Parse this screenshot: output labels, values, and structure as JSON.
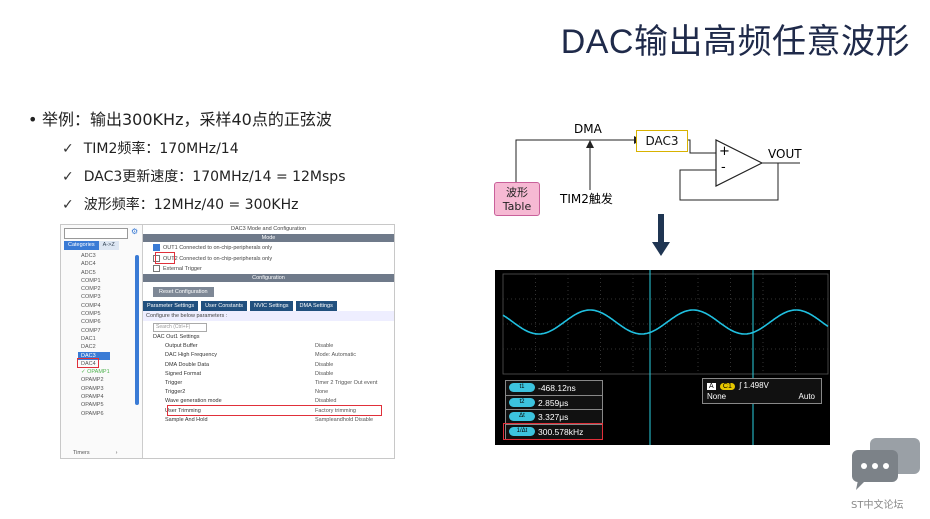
{
  "title": "DAC输出高频任意波形",
  "bullets": {
    "main": "举例：输出300KHz，采样40点的正弦波",
    "items": [
      "TIM2频率：170MHz/14",
      "DAC3更新速度：170MHz/14 = 12Msps",
      "波形频率：12MHz/40 = 300KHz"
    ]
  },
  "cubemx": {
    "window_title": "DAC3 Mode and Configuration",
    "tab_categories": "Categories",
    "tab_az": "A->Z",
    "peripherals": [
      "ADC3",
      "ADC4",
      "ADC5",
      "COMP1",
      "COMP2",
      "COMP3",
      "COMP4",
      "COMP5",
      "COMP6",
      "COMP7",
      "DAC1",
      "DAC2",
      "DAC3",
      "DAC4",
      "OPAMP1",
      "OPAMP2",
      "OPAMP3",
      "OPAMP4",
      "OPAMP5",
      "OPAMP6"
    ],
    "selected": "DAC3",
    "checked": "OPAMP1",
    "timers": "Timers",
    "mode_header": "Mode",
    "mode_out1": "OUT1 Connected to on-chip-peripherals only",
    "mode_out2": "OUT2 Connected to on-chip-peripherals only",
    "mode_ext": "External Trigger",
    "config_header": "Configuration",
    "reset_btn": "Reset Configuration",
    "ptabs": [
      "Parameter Settings",
      "User Constants",
      "NVIC Settings",
      "DMA Settings"
    ],
    "configure_text": "Configure the below parameters :",
    "search_placeholder": "Search (Ctrl+F)",
    "params": [
      {
        "k": "DAC Out1 Settings",
        "v": ""
      },
      {
        "k": "Output Buffer",
        "v": "Disable"
      },
      {
        "k": "DAC High Frequency",
        "v": "Mode: Automatic"
      },
      {
        "k": "DMA Double Data",
        "v": "Disable"
      },
      {
        "k": "Signed Format",
        "v": "Disable"
      },
      {
        "k": "Trigger",
        "v": "Timer 2 Trigger Out event"
      },
      {
        "k": "Trigger2",
        "v": "None"
      },
      {
        "k": "Wave generation mode",
        "v": "Disabled"
      },
      {
        "k": "User Trimming",
        "v": "Factory trimming"
      },
      {
        "k": "Sample And Hold",
        "v": "Sampleandhold Disable"
      }
    ]
  },
  "diagram": {
    "dma": "DMA",
    "dac3": "DAC3",
    "vout": "VOUT",
    "plus": "+",
    "minus": "-",
    "table_line1": "波形",
    "table_line2": "Table",
    "trigger": "TIM2触发"
  },
  "scope": {
    "measurements": [
      {
        "tag": "t1",
        "value": "-468.12ns"
      },
      {
        "tag": "t2",
        "value": "2.859μs"
      },
      {
        "tag": "Δt",
        "value": "3.327μs"
      },
      {
        "tag": "1/Δt",
        "value": "300.578kHz"
      }
    ],
    "trig_ch": "A",
    "trig_src": "C1",
    "trig_level": "1.498V",
    "trig_left": "None",
    "trig_right": "Auto",
    "wave_color": "#20c0e0"
  },
  "watermark": "ST中文论坛"
}
